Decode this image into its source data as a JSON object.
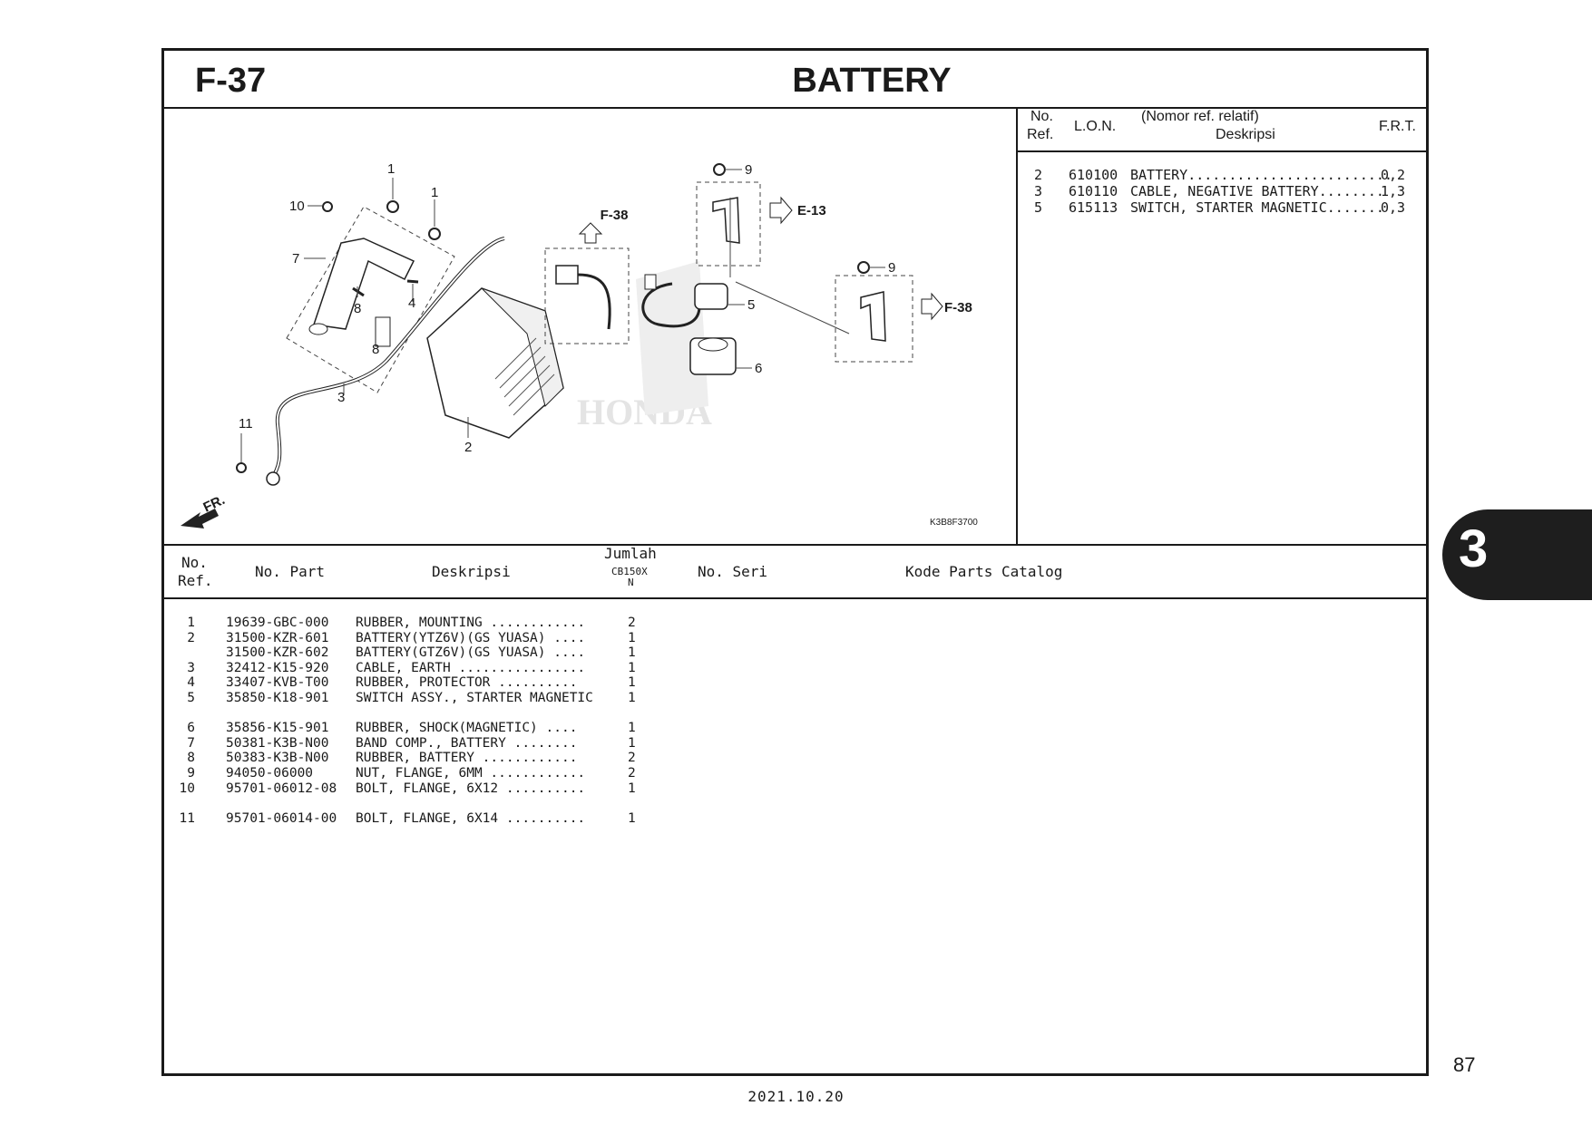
{
  "header": {
    "page_code": "F-37",
    "title": "BATTERY"
  },
  "diagram": {
    "callouts": [
      "1",
      "1",
      "10",
      "7",
      "8",
      "4",
      "8",
      "3",
      "11",
      "2",
      "9",
      "9",
      "5",
      "6"
    ],
    "xrefs": {
      "f38_top": "F-38",
      "e13": "E-13",
      "f38_right": "F-38"
    },
    "front_label": "FR.",
    "watermark": "HONDA",
    "image_code": "K3B8F3700"
  },
  "frt": {
    "headers": {
      "no": "No.",
      "ref": "Ref.",
      "lon": "L.O.N.",
      "nomor": "(Nomor ref. relatif)",
      "desc": "Deskripsi",
      "frt": "F.R.T."
    },
    "rows": [
      {
        "ref": "2",
        "lon": "610100",
        "desc": "BATTERY.........................",
        "frt": "0,2"
      },
      {
        "ref": "3",
        "lon": "610110",
        "desc": "CABLE, NEGATIVE BATTERY........",
        "frt": "1,3"
      },
      {
        "ref": "5",
        "lon": "615113",
        "desc": "SWITCH, STARTER MAGNETIC.......",
        "frt": "0,3"
      }
    ]
  },
  "parts_table": {
    "headers": {
      "no": "No.",
      "ref": "Ref.",
      "part": "No. Part",
      "desc": "Deskripsi",
      "qty": "Jumlah",
      "model": "CB150X",
      "model_sub": "N",
      "serial": "No. Seri",
      "catalog": "Kode Parts Catalog"
    },
    "rows": [
      {
        "ref": "1",
        "part": "19639-GBC-000",
        "desc": "RUBBER, MOUNTING ............",
        "qty": "2"
      },
      {
        "ref": "2",
        "part": "31500-KZR-601",
        "desc": "BATTERY(YTZ6V)(GS YUASA) ....",
        "qty": "1"
      },
      {
        "ref": "",
        "part": "31500-KZR-602",
        "desc": "BATTERY(GTZ6V)(GS YUASA) ....",
        "qty": "1"
      },
      {
        "ref": "3",
        "part": "32412-K15-920",
        "desc": "CABLE, EARTH ................",
        "qty": "1"
      },
      {
        "ref": "4",
        "part": "33407-KVB-T00",
        "desc": "RUBBER, PROTECTOR ..........",
        "qty": "1"
      },
      {
        "ref": "5",
        "part": "35850-K18-901",
        "desc": "SWITCH ASSY., STARTER MAGNETIC",
        "qty": "1"
      },
      {
        "ref": "6",
        "part": "35856-K15-901",
        "desc": "RUBBER, SHOCK(MAGNETIC)  ....",
        "qty": "1"
      },
      {
        "ref": "7",
        "part": "50381-K3B-N00",
        "desc": "BAND COMP., BATTERY ........",
        "qty": "1"
      },
      {
        "ref": "8",
        "part": "50383-K3B-N00",
        "desc": "RUBBER, BATTERY ............",
        "qty": "2"
      },
      {
        "ref": "9",
        "part": "94050-06000",
        "desc": "NUT, FLANGE, 6MM ............",
        "qty": "2"
      },
      {
        "ref": "10",
        "part": "95701-06012-08",
        "desc": "BOLT, FLANGE, 6X12 ..........",
        "qty": "1"
      },
      {
        "ref": "11",
        "part": "95701-06014-00",
        "desc": "BOLT, FLANGE, 6X14 ..........",
        "qty": "1"
      }
    ]
  },
  "section_tab": "3",
  "page_number": "87",
  "footer_date": "2021.10.20"
}
